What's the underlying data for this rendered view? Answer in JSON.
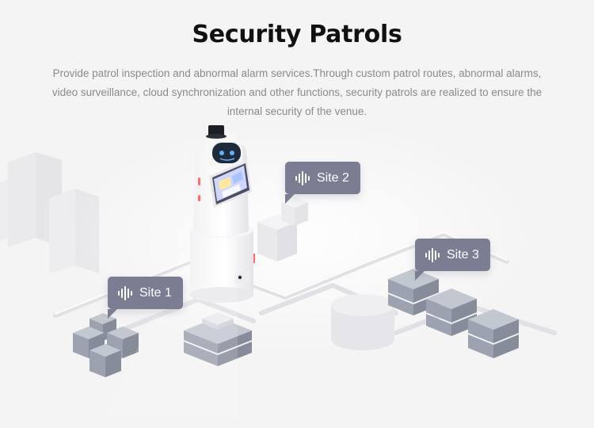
{
  "header": {
    "title": "Security Patrols",
    "description": "Provide patrol inspection and abnormal alarm services.Through custom patrol routes, abnormal alarms, video surveillance, cloud synchronization and other functions, security patrols are realized to ensure the internal security of the venue."
  },
  "sites": [
    {
      "label": "Site 1",
      "icon": "voice-wave-icon"
    },
    {
      "label": "Site 2",
      "icon": "voice-wave-icon"
    },
    {
      "label": "Site 3",
      "icon": "voice-wave-icon"
    }
  ],
  "colors": {
    "background": "#f4f4f5",
    "title": "#111111",
    "description": "#8a8a8f",
    "badge": "#7b7d93",
    "block_top": "#c3c7d0",
    "block_left": "#9da2b0",
    "block_right": "#878c9b"
  }
}
